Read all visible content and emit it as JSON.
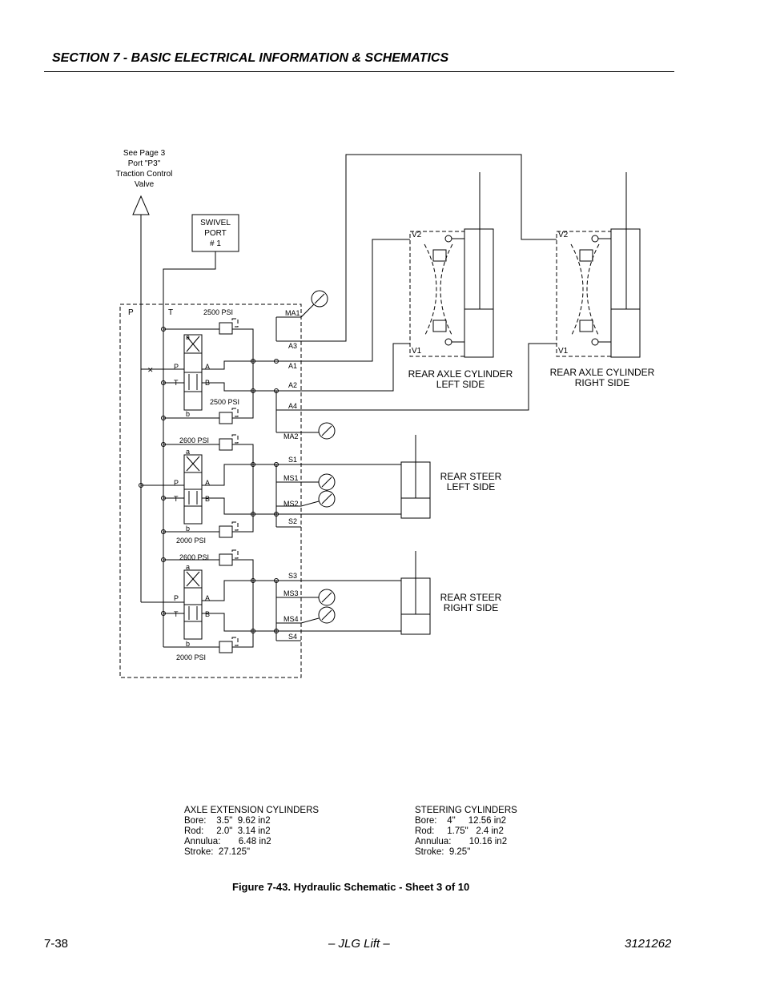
{
  "header": {
    "section_title": "SECTION 7 - BASIC ELECTRICAL INFORMATION & SCHEMATICS"
  },
  "diagram": {
    "traction_note": [
      "See Page 3",
      "Port \"P3\"",
      "Traction Control",
      "Valve"
    ],
    "swivel_port": [
      "SWIVEL",
      "PORT",
      "# 1"
    ],
    "manifold_labels": {
      "p": "P",
      "t": "T"
    },
    "spool_labels": {
      "a": "a",
      "b": "b",
      "p": "P",
      "t": "T",
      "A": "A",
      "B": "B"
    },
    "relief_valves": [
      "2500 PSI",
      "2500 PSI",
      "2600 PSI",
      "2000 PSI",
      "2600 PSI",
      "2000 PSI"
    ],
    "ports": [
      "MA1",
      "A3",
      "A1",
      "A2",
      "A4",
      "MA2",
      "S1",
      "MS1",
      "MS2",
      "S2",
      "S3",
      "MS3",
      "MS4",
      "S4"
    ],
    "rear_axle_left": {
      "v2": "V2",
      "v1": "V1",
      "label": [
        "REAR AXLE CYLINDER",
        "LEFT SIDE"
      ]
    },
    "rear_axle_right": {
      "v2": "V2",
      "v1": "V1",
      "label": [
        "REAR AXLE CYLINDER",
        "RIGHT SIDE"
      ]
    },
    "rear_steer_left": [
      "REAR STEER",
      "LEFT SIDE"
    ],
    "rear_steer_right": [
      "REAR STEER",
      "RIGHT SIDE"
    ]
  },
  "axle_specs": {
    "title": "AXLE EXTENSION CYLINDERS",
    "rows": [
      "Bore:    3.5\"  9.62 in2",
      "Rod:     2.0\"  3.14 in2",
      "Annulua:       6.48 in2",
      "Stroke:  27.125\""
    ]
  },
  "steering_specs": {
    "title": "STEERING CYLINDERS",
    "rows": [
      "Bore:    4\"     12.56 in2",
      "Rod:     1.75\"   2.4 in2",
      "Annulua:       10.16 in2",
      "Stroke:  9.25\""
    ]
  },
  "caption": "Figure 7-43.  Hydraulic Schematic - Sheet 3 of 10",
  "footer": {
    "page": "7-38",
    "center": "– JLG Lift –",
    "doc_number": "3121262"
  }
}
